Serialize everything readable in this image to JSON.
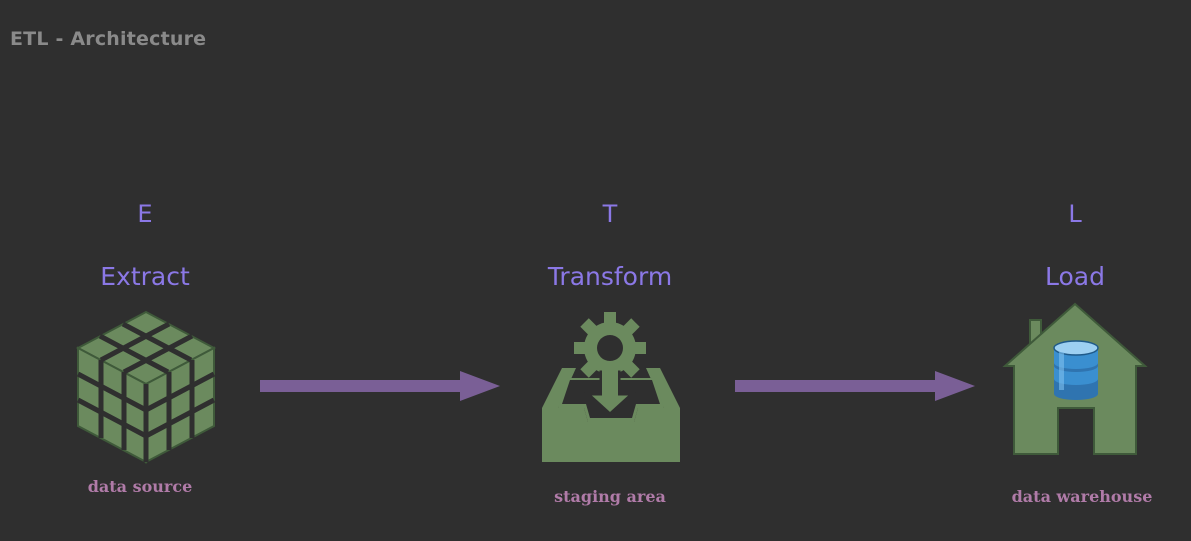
{
  "title": "ETL - Architecture",
  "stages": [
    {
      "letter": "E",
      "name": "Extract",
      "caption": "data source",
      "icon": "cube-grid-icon"
    },
    {
      "letter": "T",
      "name": "Transform",
      "caption": "staging area",
      "icon": "inbox-gear-icon"
    },
    {
      "letter": "L",
      "name": "Load",
      "caption": "data warehouse",
      "icon": "warehouse-database-icon"
    }
  ],
  "colors": {
    "background": "#2f2f2f",
    "title": "#8a8a8a",
    "stage_text": "#8b78e6",
    "caption": "#b07ba8",
    "icon_fill": "#6b8a5e",
    "arrow": "#7a5f96",
    "database": "#3a8fd0"
  }
}
